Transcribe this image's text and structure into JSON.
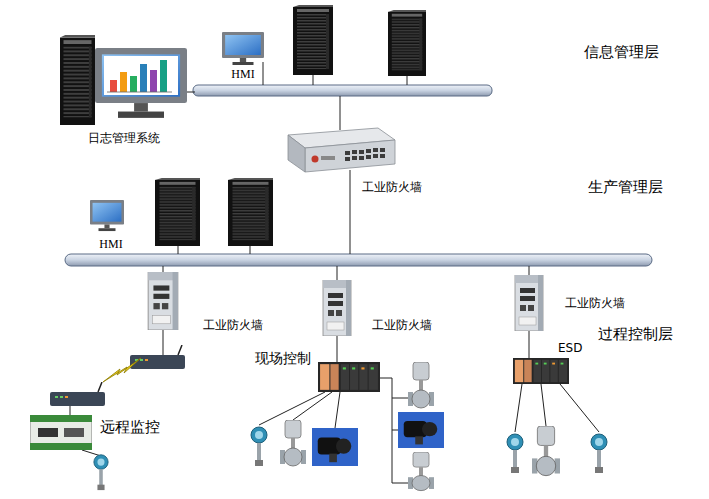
{
  "diagram": {
    "nodes": [
      {
        "text": [
          "HMI"
        ]
      },
      {
        "text": [
          "日志管理系统"
        ]
      },
      {
        "text": [
          "工业防火墙"
        ]
      },
      {
        "text": [
          "HMI"
        ]
      },
      {
        "text": [
          "工业防火墙"
        ]
      },
      {
        "text": [
          "工业防火墙"
        ]
      },
      {
        "text": [
          "工业防火墙"
        ]
      },
      {
        "text": [
          "现场控制"
        ]
      },
      {
        "text": [
          "ESD"
        ]
      },
      {
        "text": [
          "远程监控"
        ]
      }
    ],
    "edges": [
      {
        "from": 5,
        "to": 7,
        "arrow": "none"
      },
      {
        "from": 6,
        "to": 8,
        "arrow": "none"
      }
    ],
    "labels": [
      "信息管理层",
      "生产管理层",
      "过程控制层"
    ]
  }
}
